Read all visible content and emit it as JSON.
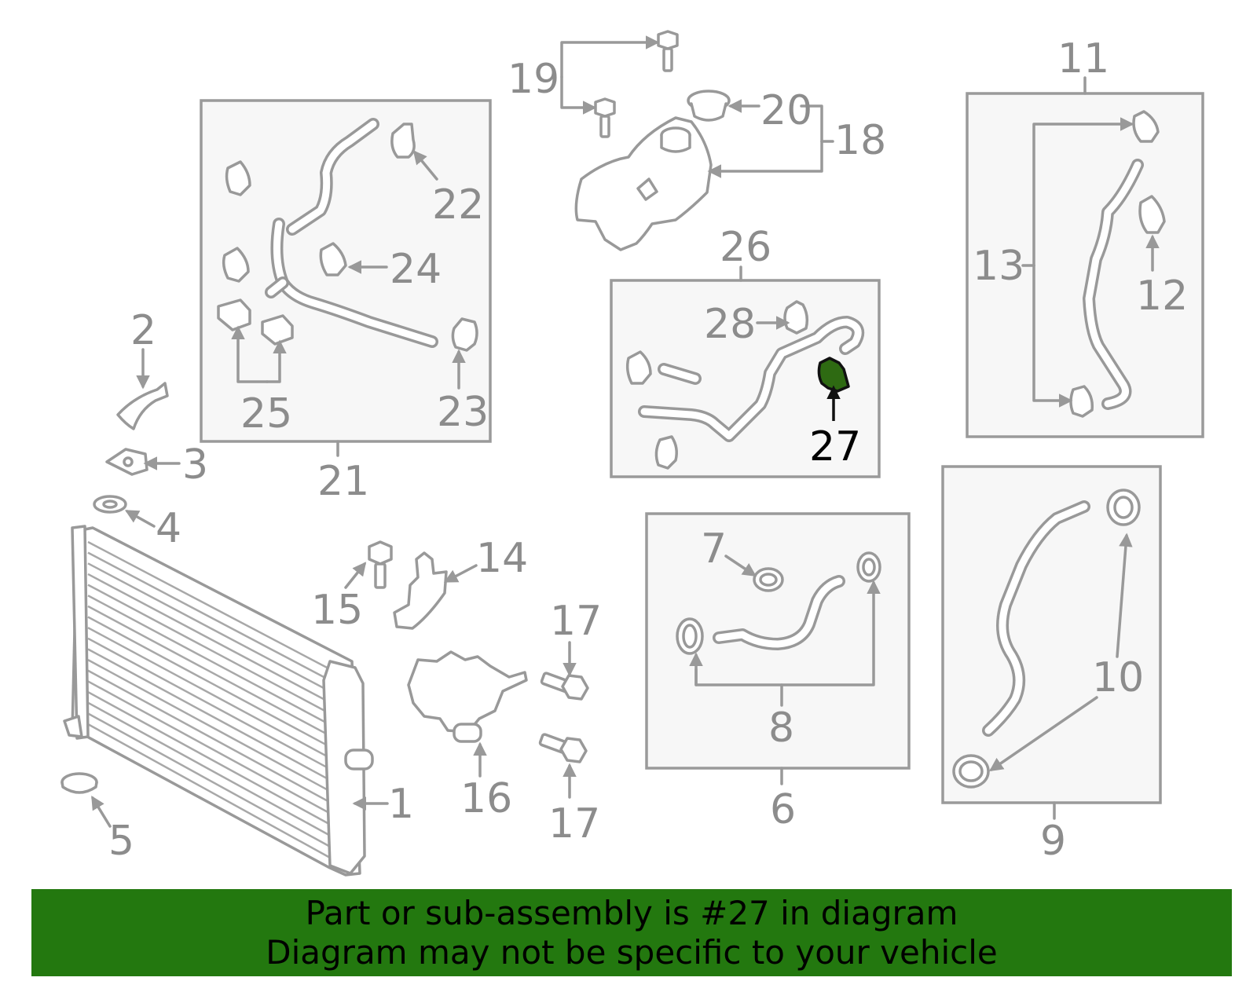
{
  "callouts": {
    "c1": "1",
    "c2": "2",
    "c3": "3",
    "c4": "4",
    "c5": "5",
    "c6": "6",
    "c7": "7",
    "c8": "8",
    "c9": "9",
    "c10": "10",
    "c11": "11",
    "c12": "12",
    "c13": "13",
    "c14": "14",
    "c15": "15",
    "c16": "16",
    "c17a": "17",
    "c17b": "17",
    "c18": "18",
    "c19": "19",
    "c20": "20",
    "c21": "21",
    "c22": "22",
    "c23": "23",
    "c24": "24",
    "c25": "25",
    "c26": "26",
    "c27": "27",
    "c28": "28"
  },
  "highlight": {
    "part": "27",
    "color": "#2e6a12"
  },
  "banner": {
    "line1": "Part or sub-assembly is #27 in diagram",
    "line2": "Diagram may not be specific to your vehicle",
    "background": "#23780f"
  }
}
